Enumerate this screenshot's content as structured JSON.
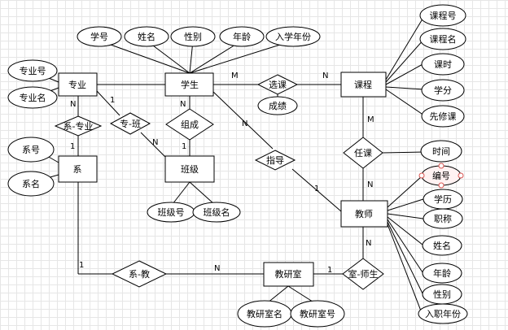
{
  "entities": {
    "major": "专业",
    "student": "学生",
    "course": "课程",
    "department": "系",
    "class": "班级",
    "teacher": "教师",
    "office": "教研室"
  },
  "relationships": {
    "elect": "选课",
    "grade": "成绩",
    "dept_major": "系-专业",
    "major_class": "专-班",
    "compose": "组成",
    "advise": "指导",
    "teach": "任课",
    "dept_office": "系-教",
    "office_teacher": "室-师生"
  },
  "attributes": {
    "student_id": "学号",
    "name": "姓名",
    "gender": "性别",
    "age": "年龄",
    "enroll_year": "入学年份",
    "major_id": "专业号",
    "major_name": "专业名",
    "dept_id": "系号",
    "dept_name": "系名",
    "class_id": "班级号",
    "class_name": "班级名",
    "course_id": "课程号",
    "course_name": "课程名",
    "hours": "课时",
    "credit": "学分",
    "prereq": "先修课",
    "time": "时间",
    "teacher_id": "编号",
    "education": "学历",
    "title": "职称",
    "teacher_name": "姓名",
    "teacher_age": "年龄",
    "teacher_gender": "性别",
    "hire_year": "入职年份",
    "office_name": "教研室名",
    "office_id": "教研室号"
  },
  "cardinalities": {
    "student_elect": "M",
    "elect_course": "N",
    "major_dept": "N",
    "dept_major": "1",
    "major_class": "1",
    "class_major": "N",
    "student_compose": "N",
    "compose_class": "1",
    "student_advise": "N",
    "advise_teacher": "1",
    "course_teach": "M",
    "teach_teacher": "N",
    "teacher_office": "N",
    "office_teacher": "1",
    "dept_office": "1",
    "office_dept": "N"
  }
}
